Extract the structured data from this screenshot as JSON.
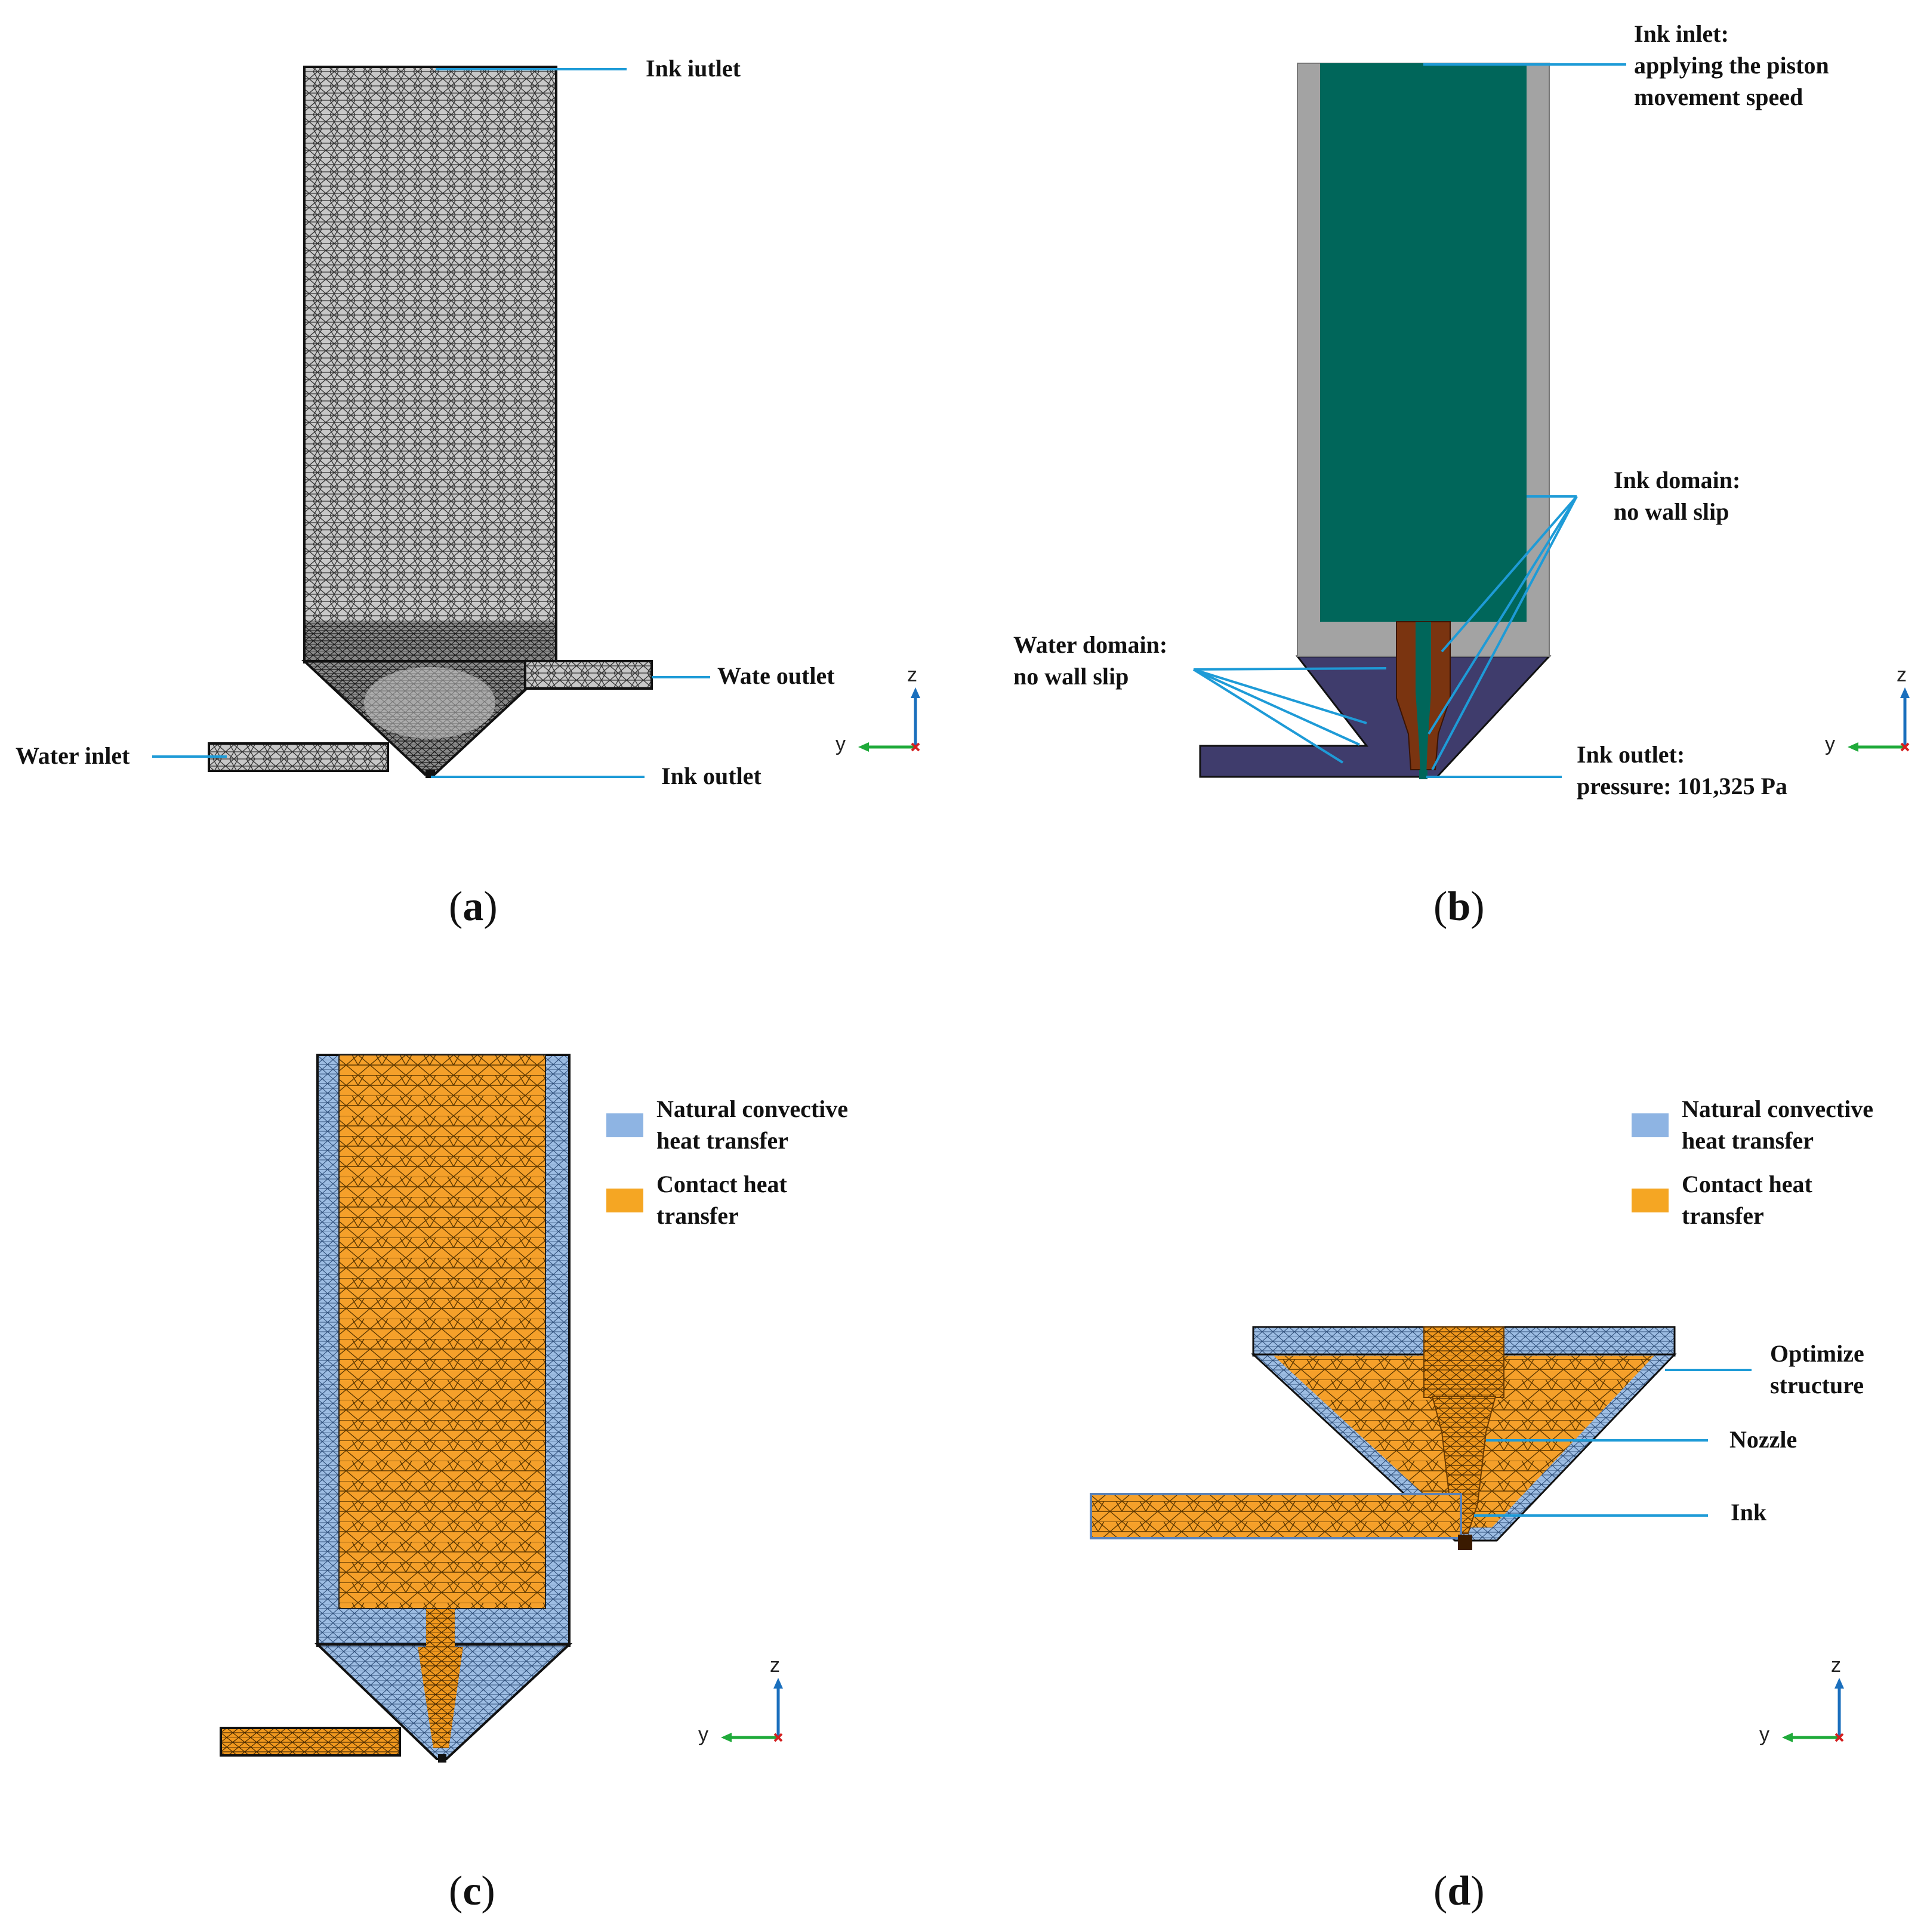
{
  "panels": {
    "a": {
      "caption": "a",
      "labels": {
        "ink_iutlet": "Ink iutlet",
        "wate_outlet": "Wate outlet",
        "water_inlet": "Water inlet",
        "ink_outlet": "Ink outlet"
      },
      "axes": {
        "z": "z",
        "y": "y"
      }
    },
    "b": {
      "caption": "b",
      "labels": {
        "ink_inlet_1": "Ink inlet:",
        "ink_inlet_2": "applying the piston",
        "ink_inlet_3": "movement speed",
        "ink_domain_1": "Ink domain:",
        "ink_domain_2": "no wall slip",
        "water_domain_1": "Water domain:",
        "water_domain_2": "no wall slip",
        "ink_outlet_1": "Ink outlet:",
        "ink_outlet_2": "pressure: 101,325 Pa"
      },
      "axes": {
        "z": "z",
        "y": "y"
      }
    },
    "c": {
      "caption": "c",
      "legend": [
        {
          "line1": "Natural convective",
          "line2": "heat transfer",
          "color": "#8eb4e3"
        },
        {
          "line1": "Contact heat",
          "line2": "transfer",
          "color": "#f5a623"
        }
      ],
      "axes": {
        "z": "z",
        "y": "y"
      }
    },
    "d": {
      "caption": "d",
      "legend": [
        {
          "line1": "Natural convective",
          "line2": "heat transfer",
          "color": "#8eb4e3"
        },
        {
          "line1": "Contact heat",
          "line2": "transfer",
          "color": "#f5a623"
        }
      ],
      "labels": {
        "optimize_1": "Optimize",
        "optimize_2": "structure",
        "nozzle": "Nozzle",
        "ink": "Ink"
      },
      "axes": {
        "z": "z",
        "y": "y"
      }
    }
  },
  "colors": {
    "leader": "#1e9bd7",
    "mesh_gray": "#c9c9c9",
    "ink_teal": "#00665a",
    "wall_gray": "#a3a3a3",
    "water_purple": "#3f3c6c",
    "nozzle_brown": "#7a3410",
    "convective_blue": "#8eb4e3",
    "contact_orange": "#f5a623",
    "axis_z_blue": "#1a6fbd",
    "axis_y_green": "#1faa3a",
    "axis_x_red": "#d42020"
  }
}
